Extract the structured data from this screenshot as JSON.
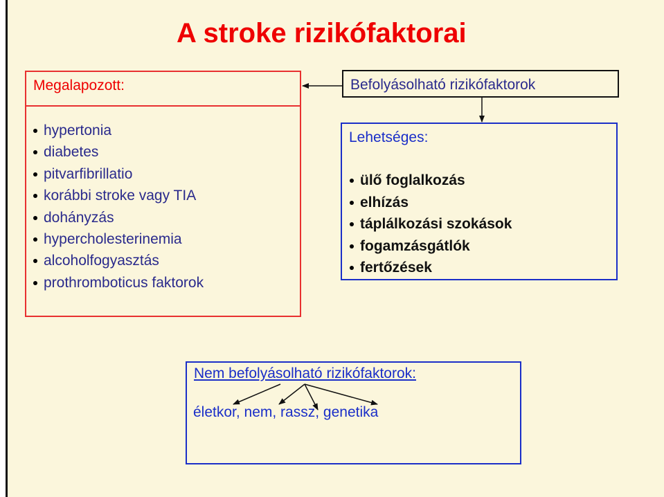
{
  "slide": {
    "title": "A stroke rizikófaktorai"
  },
  "established": {
    "heading": "Megalapozott:",
    "items": [
      "hypertonia",
      "diabetes",
      "pitvarfibrillatio",
      "korábbi stroke vagy TIA",
      "dohányzás",
      "hypercholesterinemia",
      "alcoholfogyasztás",
      "prothromboticus faktorok"
    ]
  },
  "modifiable": {
    "heading": "Befolyásolható rizikófaktorok"
  },
  "possible": {
    "heading": "Lehetséges:",
    "items": [
      "ülő foglalkozás",
      "elhízás",
      "táplálkozási szokások",
      "fogamzásgátlók",
      "fertőzések"
    ]
  },
  "non_modifiable": {
    "heading": "Nem befolyásolható rizikófaktorok:",
    "values": "életkor, nem, rassz, genetika"
  },
  "colors": {
    "title": "#ee0000",
    "established_border": "#e83030",
    "possible_border": "#1a2ec8",
    "background": "#fbf6dc"
  }
}
